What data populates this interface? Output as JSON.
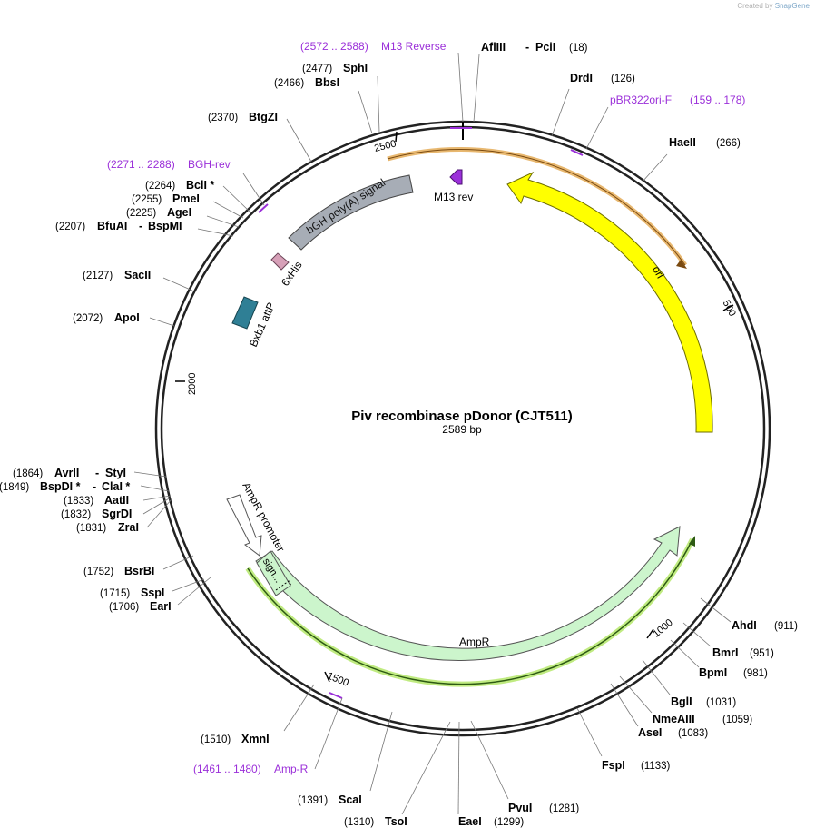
{
  "credit": {
    "prefix": "Created by",
    "brand": "SnapGene"
  },
  "plasmid": {
    "name": "Piv recombinase pDonor (CJT511)",
    "length_label": "2589 bp"
  },
  "ticks": [
    "2500",
    "500",
    "1000",
    "1500",
    "2000"
  ],
  "features": {
    "bgh": "bGH poly(A) signal",
    "m13rev": "M13 rev",
    "ori": "ori",
    "his": "6xHis",
    "bxb1": "Bxb1 attP",
    "ampr": "AmpR",
    "ampr_promoter": "AmpR promoter",
    "sign": "sign..."
  },
  "primers": [
    {
      "range": "(2572 .. 2588)",
      "name": "M13 Reverse"
    },
    {
      "range": "(159 .. 178)",
      "name": "pBR322ori-F"
    },
    {
      "range": "(2271 .. 2288)",
      "name": "BGH-rev"
    },
    {
      "range": "(1461 .. 1480)",
      "name": "Amp-R"
    }
  ],
  "sites": [
    {
      "name": "AflIII",
      "name2": "PciI",
      "pos": "(18)"
    },
    {
      "name": "DrdI",
      "pos": "(126)"
    },
    {
      "name": "HaeII",
      "pos": "(266)"
    },
    {
      "name": "SphI",
      "pos": "(2477)"
    },
    {
      "name": "BbsI",
      "pos": "(2466)"
    },
    {
      "name": "BtgZI",
      "pos": "(2370)"
    },
    {
      "name": "BclI *",
      "pos": "(2264)"
    },
    {
      "name": "PmeI",
      "pos": "(2255)"
    },
    {
      "name": "AgeI",
      "pos": "(2225)"
    },
    {
      "name": "BfuAI",
      "name2": "BspMI",
      "pos": "(2207)"
    },
    {
      "name": "SacII",
      "pos": "(2127)"
    },
    {
      "name": "ApoI",
      "pos": "(2072)"
    },
    {
      "name": "AvrII",
      "name2": "StyI",
      "pos": "(1864)"
    },
    {
      "name": "BspDI *",
      "name2": "ClaI *",
      "pos": "(1849)"
    },
    {
      "name": "AatII",
      "pos": "(1833)"
    },
    {
      "name": "SgrDI",
      "pos": "(1832)"
    },
    {
      "name": "ZraI",
      "pos": "(1831)"
    },
    {
      "name": "BsrBI",
      "pos": "(1752)"
    },
    {
      "name": "SspI",
      "pos": "(1715)"
    },
    {
      "name": "EarI",
      "pos": "(1706)"
    },
    {
      "name": "XmnI",
      "pos": "(1510)"
    },
    {
      "name": "ScaI",
      "pos": "(1391)"
    },
    {
      "name": "TsoI",
      "pos": "(1310)"
    },
    {
      "name": "EaeI",
      "pos": "(1299)"
    },
    {
      "name": "PvuI",
      "pos": "(1281)"
    },
    {
      "name": "FspI",
      "pos": "(1133)"
    },
    {
      "name": "AseI",
      "pos": "(1083)"
    },
    {
      "name": "NmeAIII",
      "pos": "(1059)"
    },
    {
      "name": "BglI",
      "pos": "(1031)"
    },
    {
      "name": "BpmI",
      "pos": "(981)"
    },
    {
      "name": "BmrI",
      "pos": "(951)"
    },
    {
      "name": "AhdI",
      "pos": "(911)"
    }
  ],
  "colors": {
    "primer": "#9b30d9",
    "ori": "#ffff00",
    "ampr": "#ccf5cc",
    "bgh": "#a7adb6",
    "bxb1": "#2f7f95",
    "his": "#d7a0b8",
    "m13rev": "#9b30d9"
  }
}
